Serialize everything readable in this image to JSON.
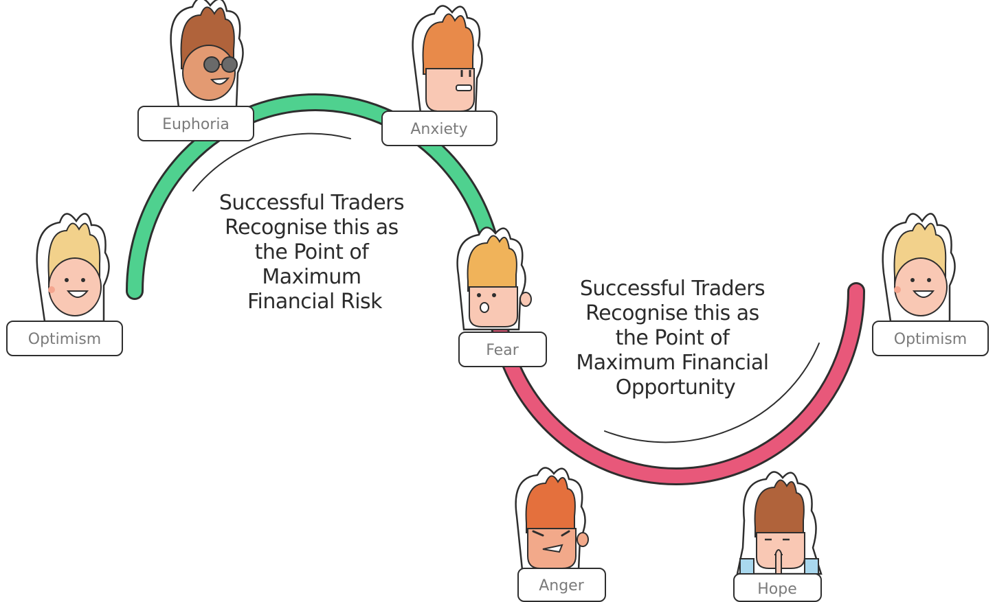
{
  "stages": {
    "optimism_start": "Optimism",
    "euphoria": "Euphoria",
    "anxiety": "Anxiety",
    "fear": "Fear",
    "anger": "Anger",
    "hope": "Hope",
    "optimism_end": "Optimism"
  },
  "captions": {
    "risk": {
      "line1": "Successful Traders",
      "line2": "Recognise this as",
      "line3": "the Point of",
      "line4": "Maximum",
      "line5": "Financial Risk"
    },
    "opportunity": {
      "line1": "Successful Traders",
      "line2": "Recognise this as",
      "line3": "the Point of",
      "line4": "Maximum Financial",
      "line5": "Opportunity"
    }
  },
  "colors": {
    "risk_arc": "#4fd18f",
    "opportunity_arc": "#e8587a",
    "outline": "#2e2e2e",
    "hair_blond": "#f2d18b",
    "hair_orange": "#e88a4a",
    "hair_brown": "#b0633b",
    "hair_red": "#e4703d",
    "skin": "#f9c8b4",
    "skin_tan": "#e39a72"
  }
}
